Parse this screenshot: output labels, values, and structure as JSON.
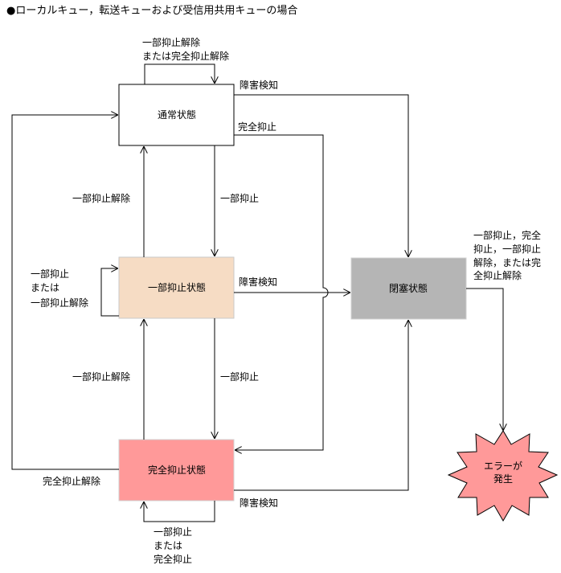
{
  "title": "●ローカルキュー，転送キューおよび受信用共用キューの場合",
  "colors": {
    "normal": "#ffffff",
    "partial": "#f6dcc4",
    "full": "#ff9999",
    "closed": "#b5b5b5",
    "error": "#ff9999",
    "line": "#000000"
  },
  "states": {
    "normal": "通常状態",
    "partial": "一部抑止状態",
    "full": "完全抑止状態",
    "closed": "閉塞状態",
    "error": [
      "エラーが",
      "発生"
    ]
  },
  "labels": {
    "top_loop": [
      "一部抑止解除",
      "または完全抑止解除"
    ],
    "normal_closed": "障害検知",
    "normal_full": "完全抑止",
    "normal_partial": "一部抑止",
    "partial_normal": "一部抑止解除",
    "partial_loop": [
      "一部抑止",
      "または",
      "一部抑止解除"
    ],
    "partial_closed": "障害検知",
    "partial_full": "一部抑止",
    "full_partial": "一部抑止解除",
    "full_normal": "完全抑止解除",
    "full_closed": "障害検知",
    "full_loop": [
      "一部抑止",
      "または",
      "完全抑止"
    ],
    "closed_error": [
      "一部抑止，完全",
      "抑止，一部抑止",
      "解除，または完",
      "全抑止解除"
    ]
  }
}
